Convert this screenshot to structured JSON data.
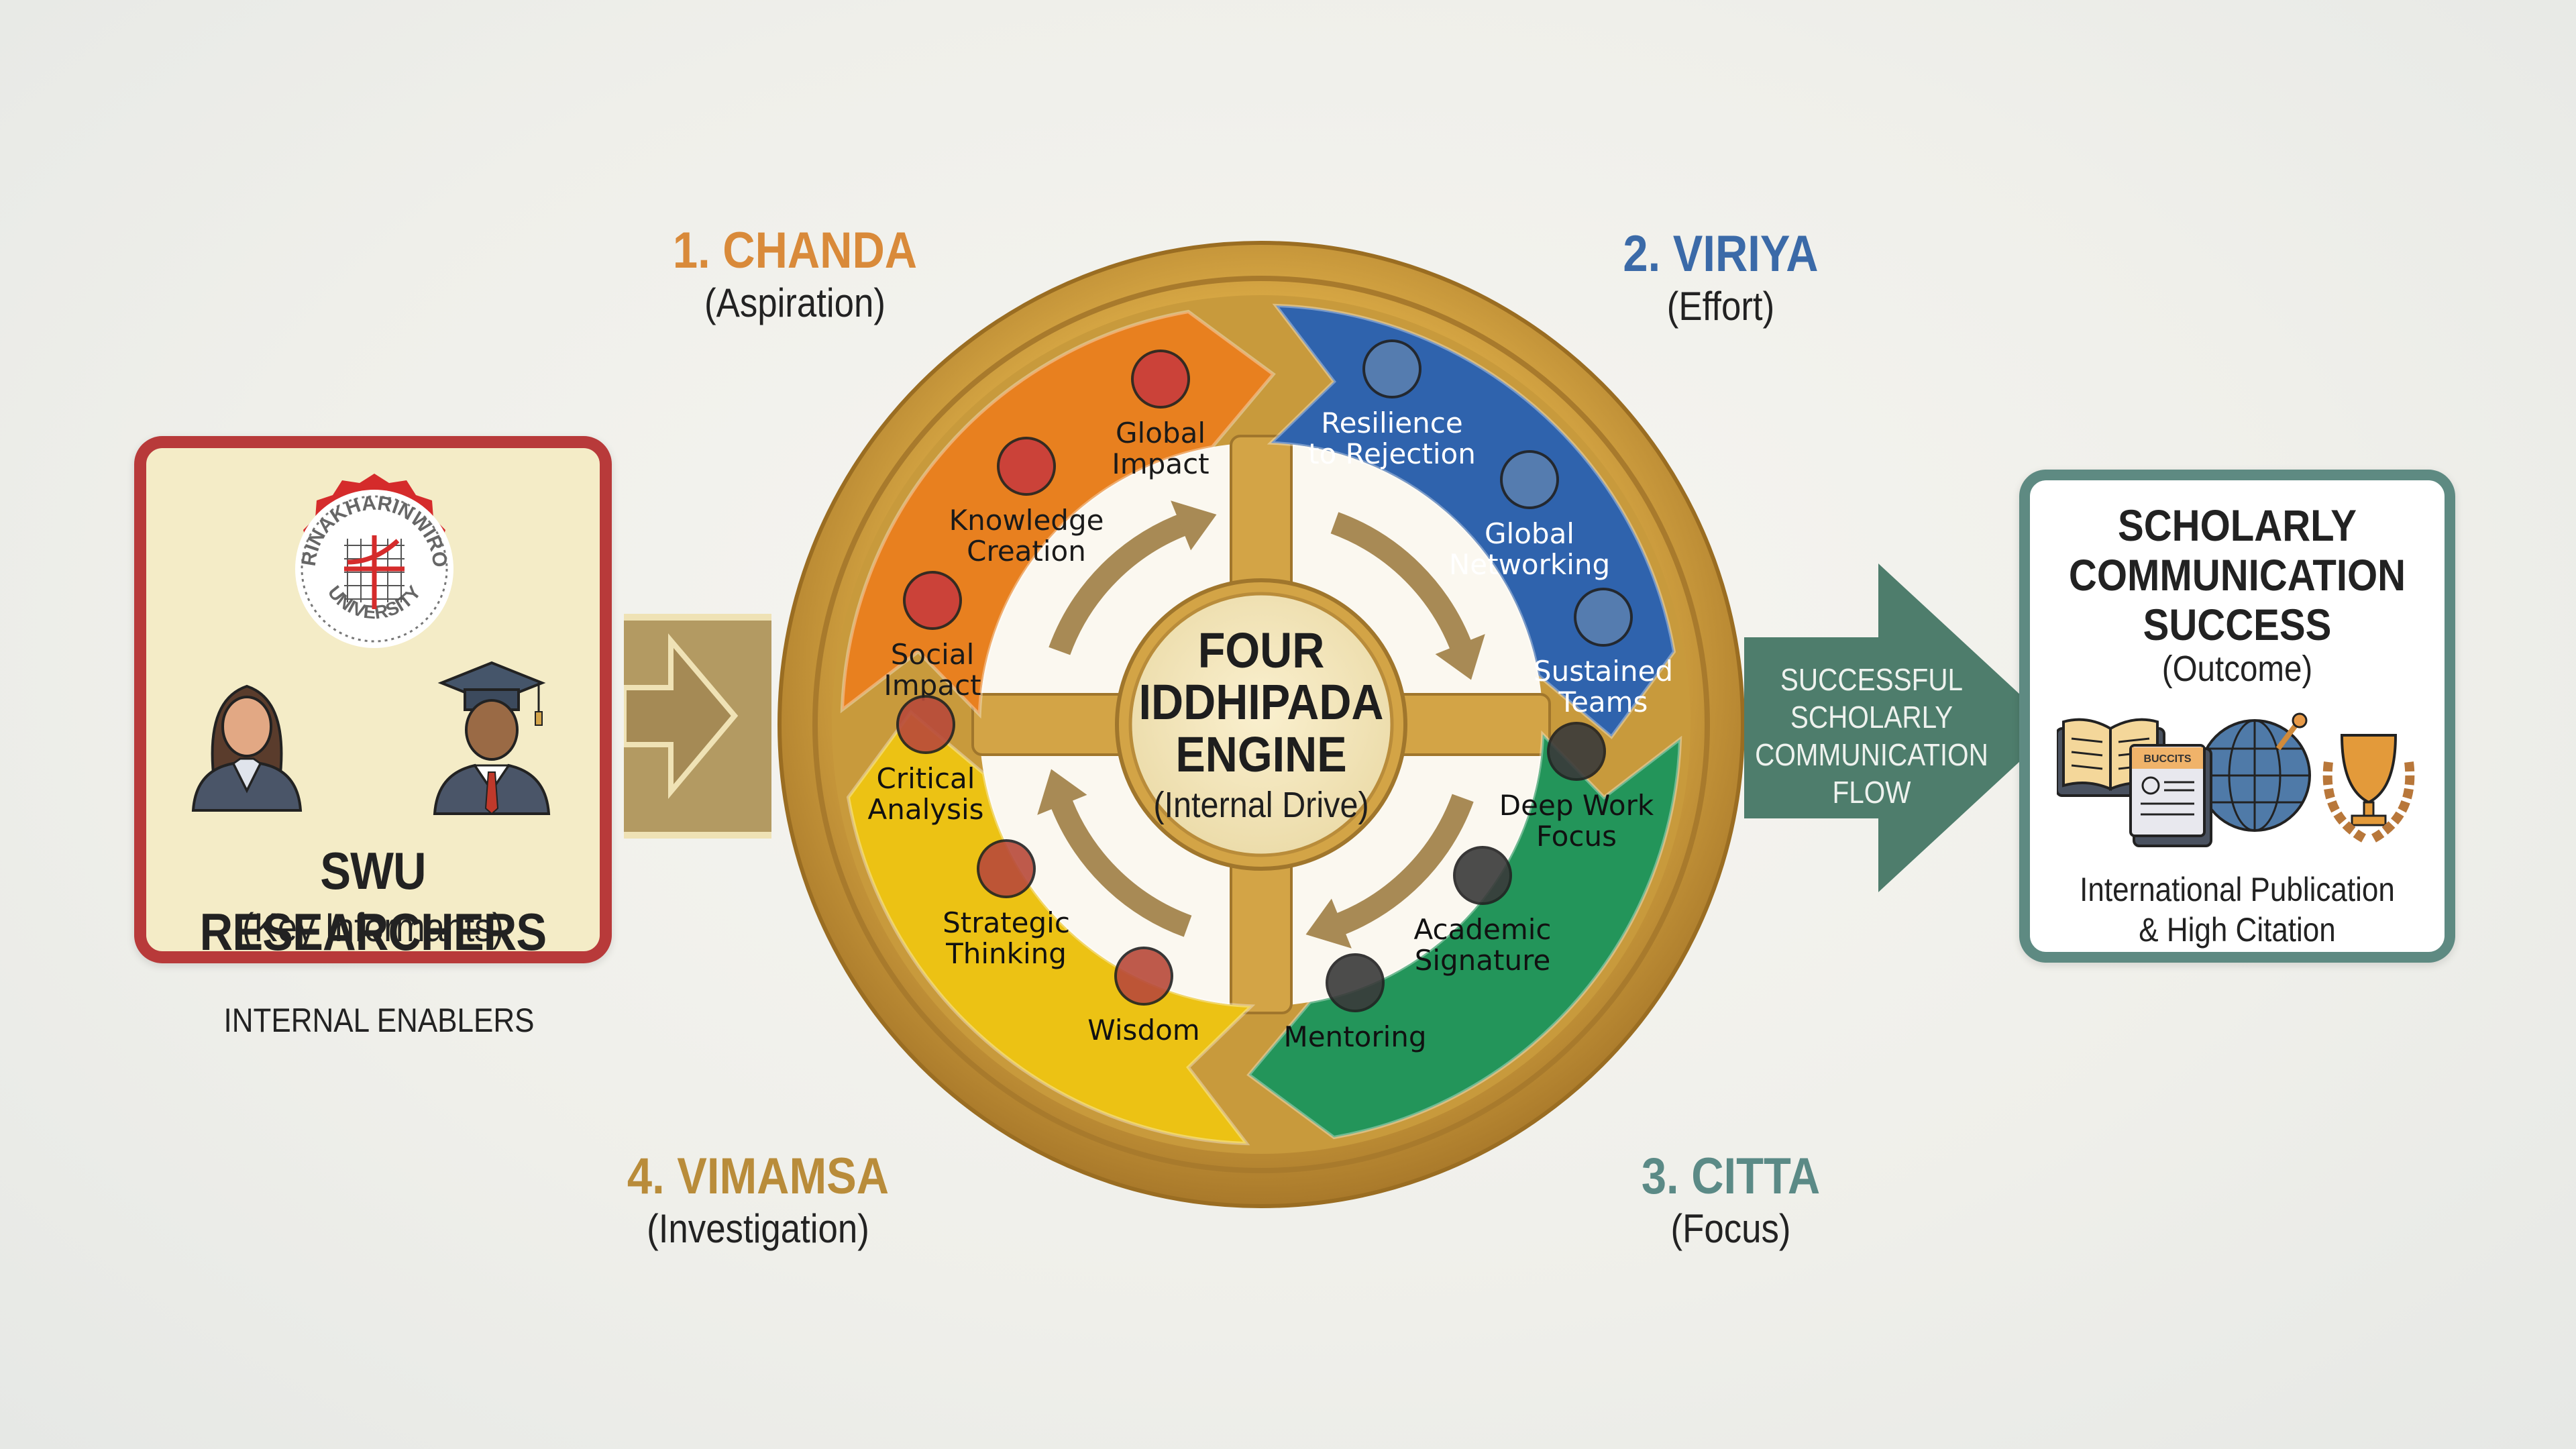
{
  "input": {
    "logo": {
      "top_text": "SRINAKHARINWIROT",
      "bottom_text": "UNIVERSITY",
      "icon": "university-seal-icon"
    },
    "people_icons": [
      "female-researcher-icon",
      "male-graduate-icon"
    ],
    "title": "SWU RESEARCHERS",
    "subtitle": "(Key Informants)",
    "caption": "INTERNAL ENABLERS",
    "arrow_icon": "right-arrow-icon"
  },
  "engine": {
    "title_lines": [
      "FOUR",
      "IDDHIPADA",
      "ENGINE"
    ],
    "subtitle": "(Internal Drive)"
  },
  "quadrants": [
    {
      "heading": "1. CHANDA",
      "meaning": "(Aspiration)",
      "color": "#e8801f",
      "heading_color": "#d98a3a",
      "items": [
        {
          "icon": "heart-icon",
          "lines": [
            "Social",
            "Impact"
          ]
        },
        {
          "icon": "lightbulb-icon",
          "lines": [
            "Knowledge",
            "Creation"
          ]
        },
        {
          "icon": "globe-in-hands-icon",
          "lines": [
            "Global",
            "Impact"
          ]
        }
      ]
    },
    {
      "heading": "2. VIRIYA",
      "meaning": "(Effort)",
      "color": "#2f63ad",
      "heading_color": "#3b6aa8",
      "items": [
        {
          "icon": "shield-person-icon",
          "lines": [
            "Resilience",
            "to Rejection"
          ]
        },
        {
          "icon": "handshake-network-icon",
          "lines": [
            "Global",
            "Networking"
          ]
        },
        {
          "icon": "gear-icon",
          "lines": [
            "Sustained",
            "Teams"
          ]
        }
      ]
    },
    {
      "heading": "3. CITTA",
      "meaning": "(Focus)",
      "color": "#23955a",
      "heading_color": "#5b8a86",
      "items": [
        {
          "icon": "clock-book-icon",
          "lines": [
            "Deep Work",
            "Focus"
          ]
        },
        {
          "icon": "fingerprint-icon",
          "lines": [
            "Academic",
            "Signature"
          ]
        },
        {
          "icon": "mentor-speech-icon",
          "lines": [
            "Mentoring"
          ]
        }
      ]
    },
    {
      "heading": "4. VIMAMSA",
      "meaning": "(Investigation)",
      "color": "#ecc214",
      "heading_color": "#b98c3a",
      "items": [
        {
          "icon": "document-magnifier-icon",
          "lines": [
            "Critical",
            "Analysis"
          ]
        },
        {
          "icon": "target-arrow-icon",
          "lines": [
            "Strategic",
            "Thinking"
          ]
        },
        {
          "icon": "brain-head-icon",
          "lines": [
            "Wisdom"
          ]
        }
      ]
    }
  ],
  "flow": {
    "lines": [
      "SUCCESSFUL",
      "SCHOLARLY",
      "COMMUNICATION",
      "FLOW"
    ],
    "color": "#4e7d6c"
  },
  "outcome": {
    "title_lines": [
      "SCHOLARLY",
      "COMMUNICATION",
      "SUCCESS"
    ],
    "subtitle": "(Outcome)",
    "icons": [
      "open-book-icon",
      "journal-icon",
      "globe-icon",
      "trophy-laurel-icon"
    ],
    "journal_label": "BUCCITS",
    "caption_lines": [
      "International Publication",
      "& High Citation"
    ]
  }
}
